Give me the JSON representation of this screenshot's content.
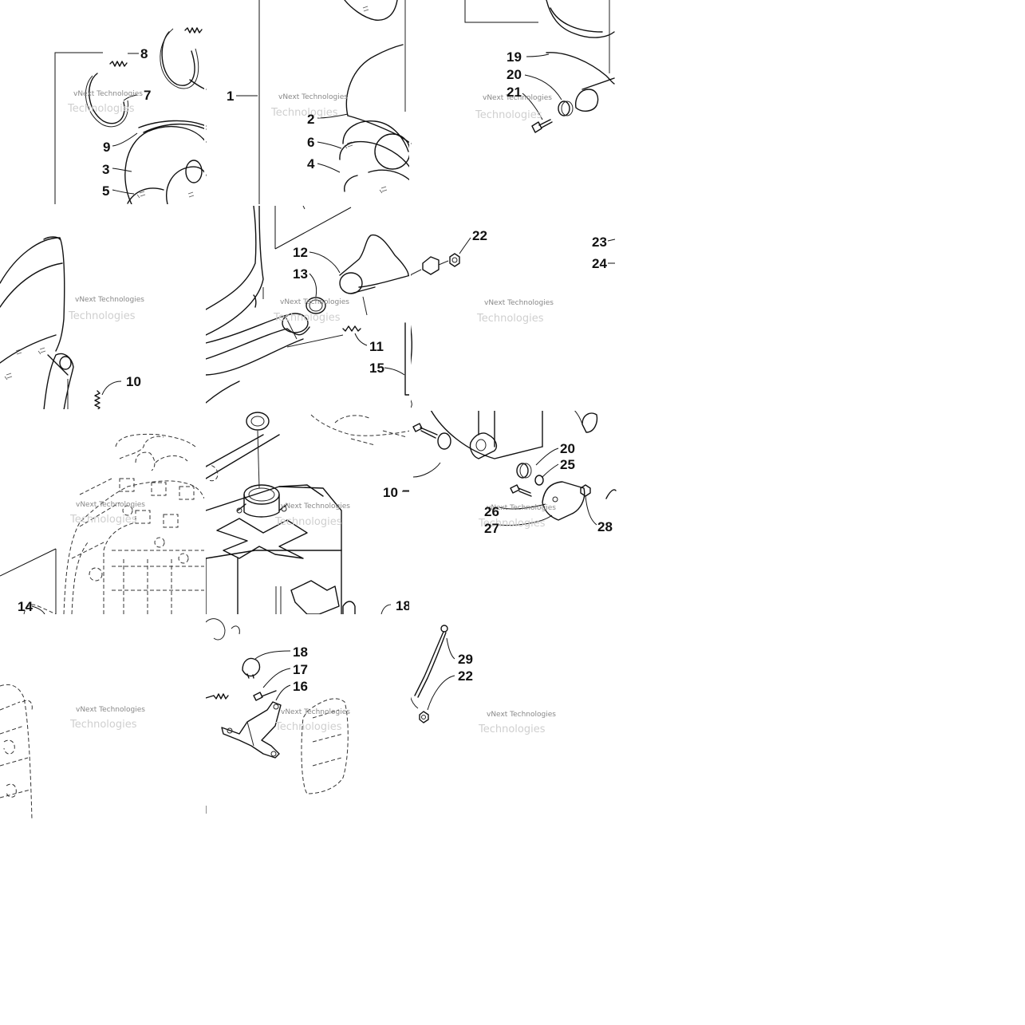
{
  "watermark": {
    "line1": "vNext Technologies",
    "line2": "Technologies"
  },
  "callouts": {
    "c1": "1",
    "c2": "2",
    "c3": "3",
    "c4": "4",
    "c5": "5",
    "c6": "6",
    "c7": "7",
    "c8": "8",
    "c9": "9",
    "c10a": "10",
    "c10b": "10",
    "c11": "11",
    "c12": "12",
    "c13": "13",
    "c14": "14",
    "c15": "15",
    "c16": "16",
    "c17": "17",
    "c18a": "18",
    "c18b": "18",
    "c19": "19",
    "c20a": "20",
    "c20b": "20",
    "c21": "21",
    "c22a": "22",
    "c22b": "22",
    "c23": "23",
    "c24": "24",
    "c25": "25",
    "c26": "26",
    "c27": "27",
    "c28": "28",
    "c29": "29"
  }
}
